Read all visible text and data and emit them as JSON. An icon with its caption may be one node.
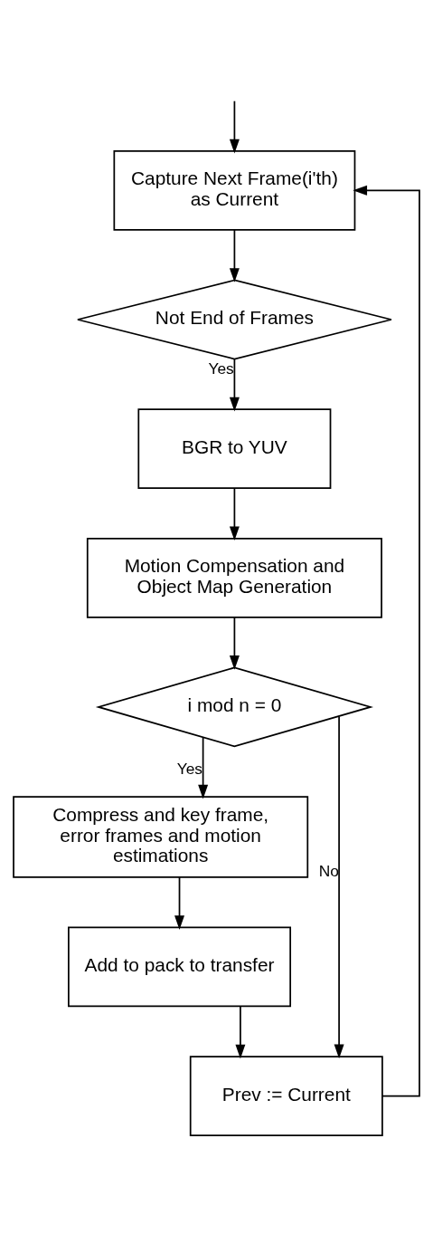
{
  "diagram": {
    "nodes": [
      {
        "text": [
          "Capture Next Frame(i'th) as Current"
        ]
      },
      {
        "text": [
          "Not End of Frames"
        ]
      },
      {
        "text": [
          "BGR to YUV"
        ]
      },
      {
        "text": [
          "Motion Compensation and Object Map Generation"
        ]
      },
      {
        "text": [
          "i mod n = 0"
        ]
      },
      {
        "text": [
          "Compress and key frame, error frames and motion estimations"
        ]
      },
      {
        "text": [
          "Add to pack to transfer"
        ]
      },
      {
        "text": [
          "Prev := Current"
        ]
      }
    ],
    "edges": [
      {
        "from": null,
        "to": 0,
        "arrow": "to"
      },
      {
        "from": 0,
        "to": 1,
        "arrow": "to"
      },
      {
        "from": 1,
        "to": 2,
        "label": "Yes",
        "arrow": "to"
      },
      {
        "from": 2,
        "to": 3,
        "arrow": "to"
      },
      {
        "from": 3,
        "to": 4,
        "arrow": "to"
      },
      {
        "from": 4,
        "to": 5,
        "label": "Yes",
        "arrow": "to"
      },
      {
        "from": 5,
        "to": 6,
        "arrow": "to"
      },
      {
        "from": 6,
        "to": 7,
        "arrow": "to"
      },
      {
        "from": 4,
        "to": 7,
        "label": "No",
        "arrow": "to"
      },
      {
        "from": 7,
        "to": 0,
        "arrow": "to"
      }
    ]
  }
}
